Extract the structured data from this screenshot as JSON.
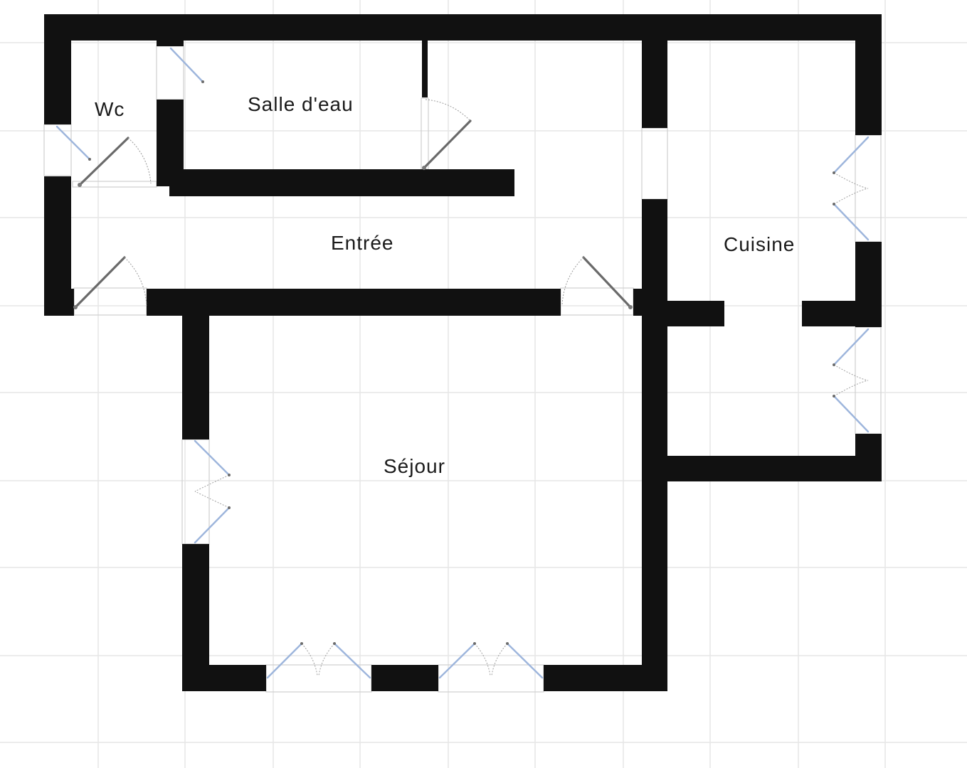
{
  "plan": {
    "rooms": {
      "wc": "Wc",
      "salle_deau": "Salle d'eau",
      "entree": "Entrée",
      "cuisine": "Cuisine",
      "sejour": "Séjour"
    },
    "colors": {
      "wall": "#111111",
      "grid": "#e6e6e6",
      "window": "#9db5dc",
      "door": "#6a6a6a",
      "background": "#ffffff"
    },
    "symbols": [
      "door-swing-icon",
      "window-casement-icon"
    ]
  }
}
